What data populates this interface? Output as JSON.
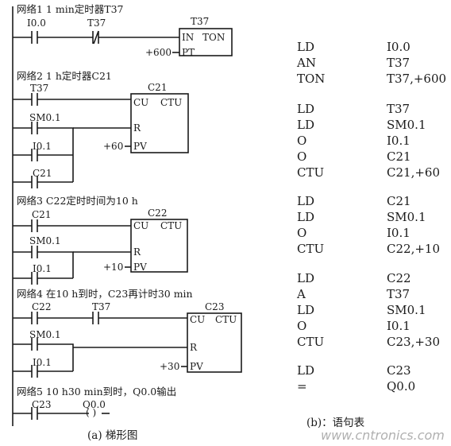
{
  "ladder": {
    "networks": [
      {
        "title": "网络1  1 min定时器T37",
        "contacts": [
          {
            "address": "I0.0"
          },
          {
            "address": "T37"
          }
        ],
        "box": {
          "name": "T37",
          "type_in": "IN",
          "type": "TON",
          "param_pin": "PT",
          "param_value": "+600"
        }
      },
      {
        "title": "网络2  1 h定时器C21",
        "contacts": [
          {
            "address": "T37"
          },
          {
            "address": "SM0.1"
          },
          {
            "address": "I0.1"
          },
          {
            "address": "C21"
          }
        ],
        "box": {
          "name": "C21",
          "pin_cu": "CU",
          "type": "CTU",
          "pin_r": "R",
          "param_pin": "PV",
          "param_value": "+60"
        }
      },
      {
        "title": "网络3  C22定时时间为10 h",
        "contacts": [
          {
            "address": "C21"
          },
          {
            "address": "SM0.1"
          },
          {
            "address": "I0.1"
          }
        ],
        "box": {
          "name": "C22",
          "pin_cu": "CU",
          "type": "CTU",
          "pin_r": "R",
          "param_pin": "PV",
          "param_value": "+10"
        }
      },
      {
        "title": "网络4  在10 h到时，C23再计时30 min",
        "contacts": [
          {
            "address": "C22"
          },
          {
            "address": "T37"
          },
          {
            "address": "SM0.1"
          },
          {
            "address": "I0.1"
          }
        ],
        "box": {
          "name": "C23",
          "pin_cu": "CU",
          "type": "CTU",
          "pin_r": "R",
          "param_pin": "PV",
          "param_value": "+30"
        }
      },
      {
        "title": "网络5  10 h30 min到时，Q0.0输出",
        "contacts": [
          {
            "address": "C23"
          }
        ],
        "coil": {
          "address": "Q0.0",
          "symbol": "(   )"
        }
      }
    ],
    "caption": "(a)  梯形图"
  },
  "statement_list": {
    "groups": [
      [
        [
          "LD",
          "I0.0"
        ],
        [
          "AN",
          "T37"
        ],
        [
          "TON",
          "T37,+600"
        ]
      ],
      [
        [
          "LD",
          "T37"
        ],
        [
          "LD",
          "SM0.1"
        ],
        [
          "O",
          "I0.1"
        ],
        [
          "O",
          "C21"
        ],
        [
          "CTU",
          "C21,+60"
        ]
      ],
      [
        [
          "LD",
          "C21"
        ],
        [
          "LD",
          "SM0.1"
        ],
        [
          "O",
          "I0.1"
        ],
        [
          "CTU",
          "C22,+10"
        ]
      ],
      [
        [
          "LD",
          "C22"
        ],
        [
          "A",
          "T37"
        ],
        [
          "LD",
          "SM0.1"
        ],
        [
          "O",
          "I0.1"
        ],
        [
          "CTU",
          "C23,+30"
        ]
      ],
      [
        [
          "LD",
          "C23"
        ],
        [
          "=",
          "Q0.0"
        ]
      ]
    ],
    "caption": "(b)：语句表"
  },
  "watermark": "www.cntronics.com",
  "colors": {
    "ink": "#1a1a1a",
    "watermark": "#b0b0b0",
    "background": "#ffffff"
  }
}
